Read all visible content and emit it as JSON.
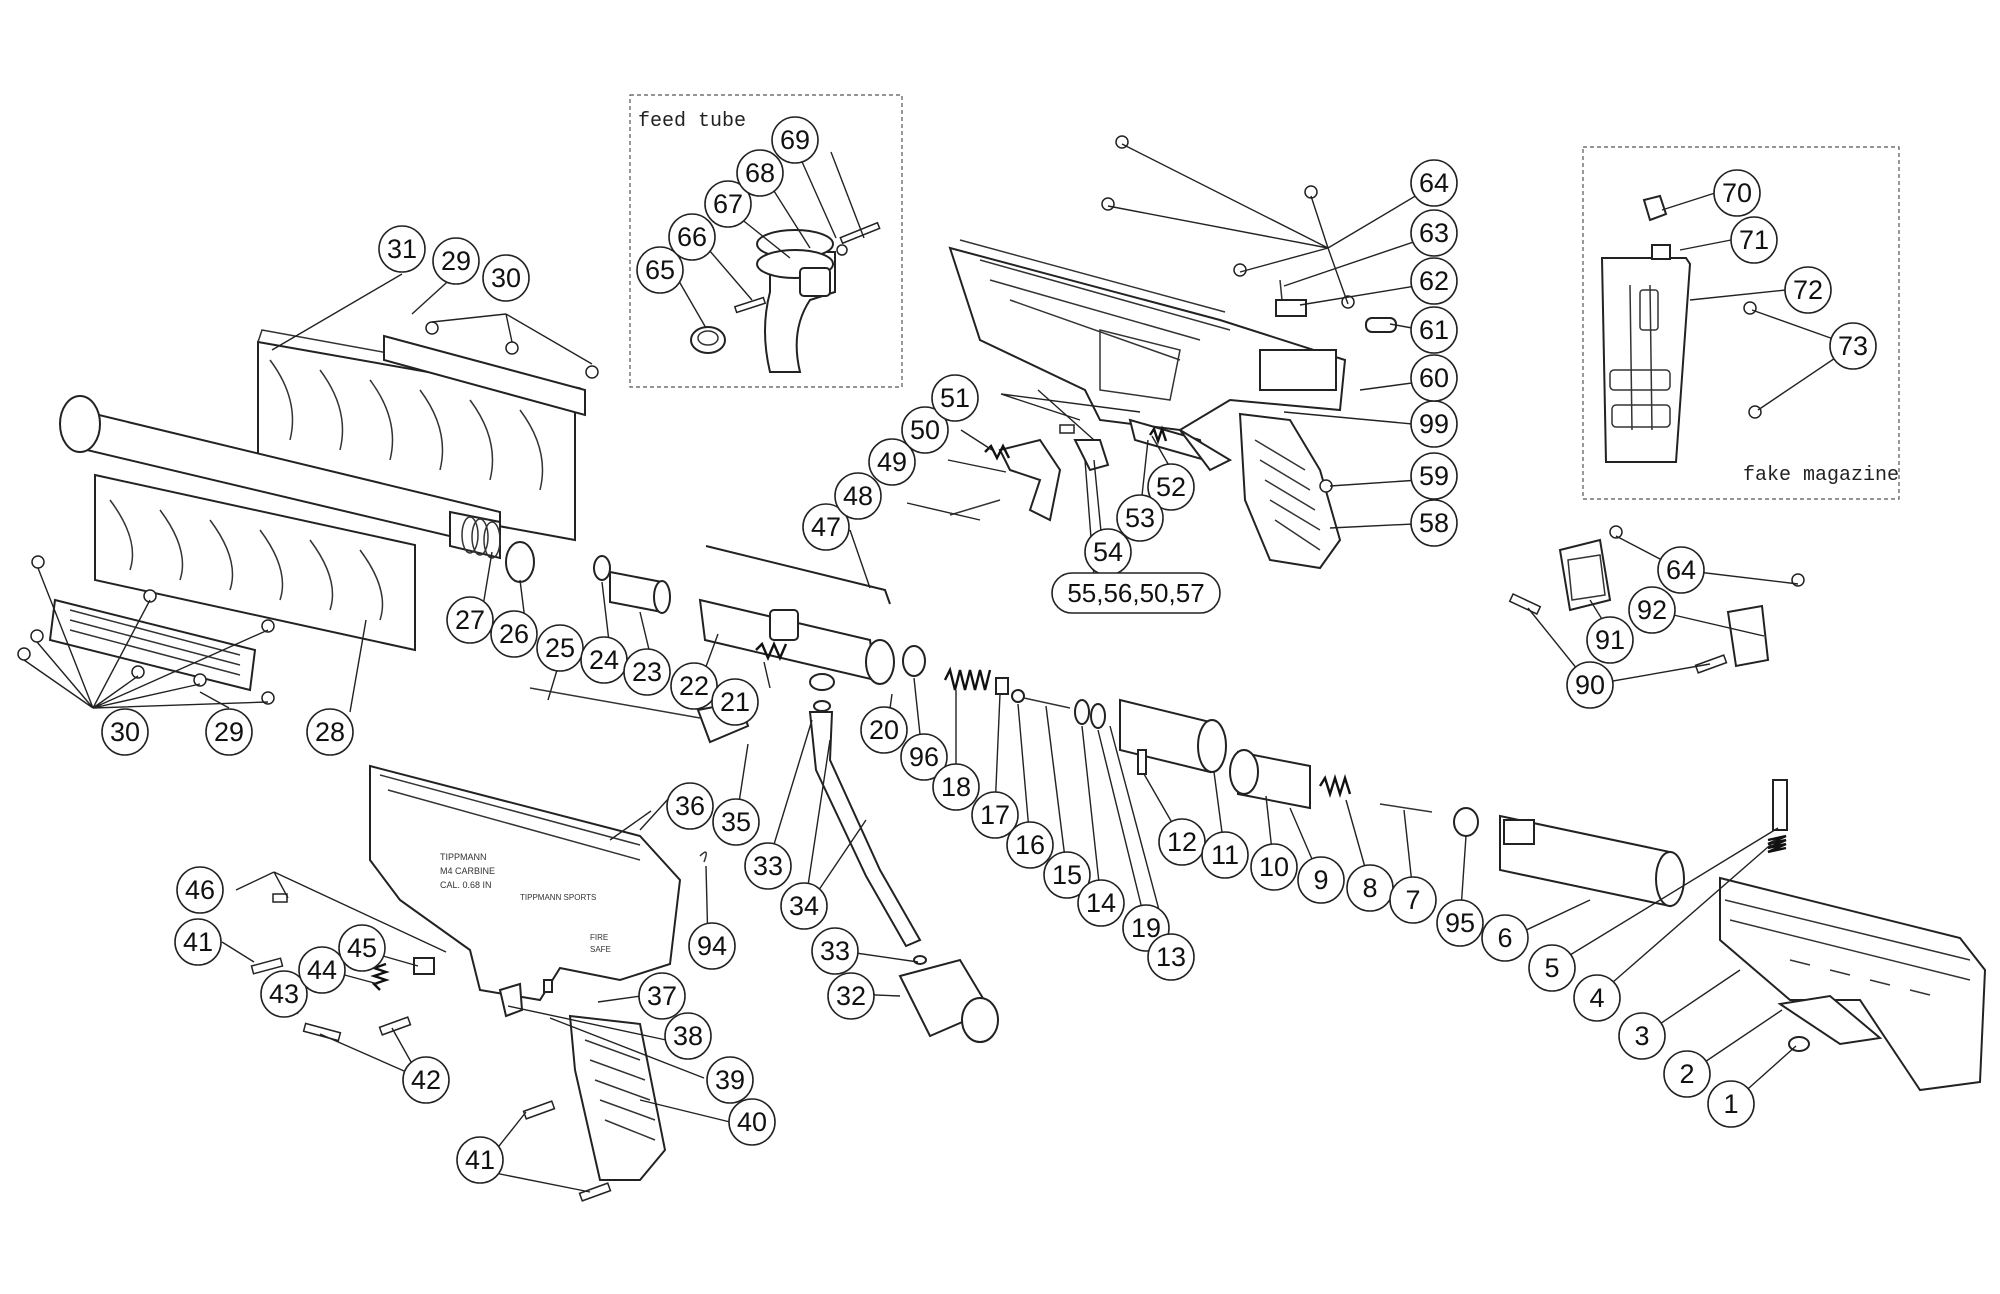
{
  "insets": {
    "feed_tube": {
      "title": "feed tube"
    },
    "fake_magazine": {
      "title": "fake magazine"
    }
  },
  "callouts": {
    "c31": "31",
    "c29a": "29",
    "c30a": "30",
    "c30b": "30",
    "c29b": "29",
    "c28": "28",
    "c27": "27",
    "c26": "26",
    "c25": "25",
    "c24": "24",
    "c23": "23",
    "c22": "22",
    "c21": "21",
    "c47": "47",
    "c48": "48",
    "c49": "49",
    "c50": "50",
    "c51": "51",
    "c52": "52",
    "c53": "53",
    "c54": "54",
    "c5556": "55,56,50,57",
    "c58": "58",
    "c59": "59",
    "c99": "99",
    "c60": "60",
    "c61": "61",
    "c62": "62",
    "c63": "63",
    "c64a": "64",
    "c65": "65",
    "c66": "66",
    "c67": "67",
    "c68": "68",
    "c69": "69",
    "c70": "70",
    "c71": "71",
    "c72": "72",
    "c73": "73",
    "c64b": "64",
    "c92": "92",
    "c91": "91",
    "c90": "90",
    "c20": "20",
    "c96": "96",
    "c18": "18",
    "c17": "17",
    "c16": "16",
    "c15": "15",
    "c14": "14",
    "c19": "19",
    "c13": "13",
    "c12": "12",
    "c11": "11",
    "c10": "10",
    "c9": "9",
    "c8": "8",
    "c7": "7",
    "c95": "95",
    "c6": "6",
    "c5": "5",
    "c4": "4",
    "c3": "3",
    "c2": "2",
    "c1": "1",
    "c36": "36",
    "c35": "35",
    "c33a": "33",
    "c34": "34",
    "c33b": "33",
    "c32": "32",
    "c94": "94",
    "c37": "37",
    "c38": "38",
    "c39": "39",
    "c40": "40",
    "c41a": "41",
    "c41b": "41",
    "c42": "42",
    "c43": "43",
    "c44": "44",
    "c45": "45",
    "c46": "46"
  },
  "receiver_markings": {
    "brand": "TIPPMANN",
    "model": "M4 CARBINE",
    "caliber": "CAL. 0.68 IN",
    "sports": "TIPPMANN SPORTS",
    "fire": "FIRE",
    "safe": "SAFE"
  }
}
